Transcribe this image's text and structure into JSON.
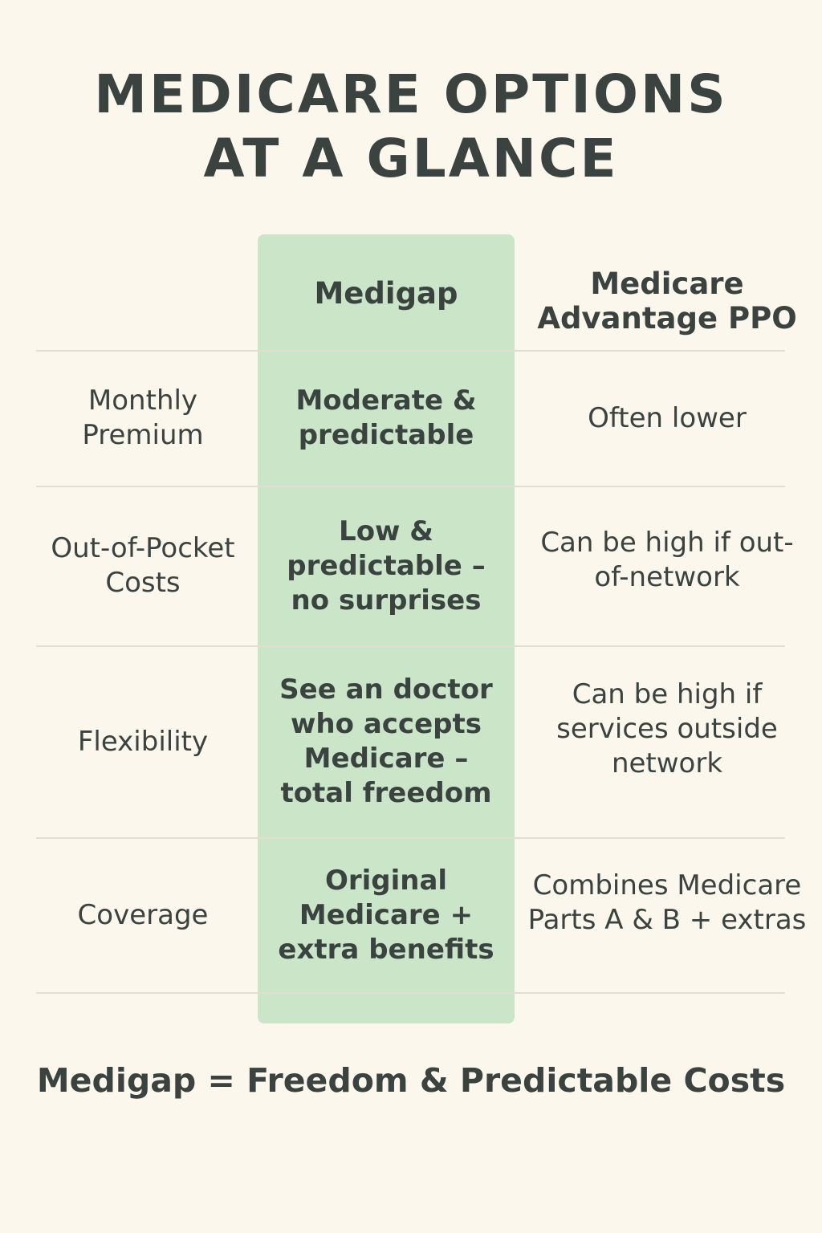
{
  "title": {
    "line1": "MEDICARE OPTIONS",
    "line2": "AT A GLANCE"
  },
  "columns": {
    "medigap": "Medigap",
    "advantage": "Medicare Advantage PPO"
  },
  "rows": [
    {
      "label": "Monthly Premium",
      "medigap": "Moderate & predictable",
      "advantage": "Often lower"
    },
    {
      "label": "Out-of-Pocket Costs",
      "medigap": "Low & predictable – no surprises",
      "advantage": "Can be high if out-of-network"
    },
    {
      "label": "Flexibility",
      "medigap": "See an doctor who accepts Medicare – total freedom",
      "advantage": "Can be high if services outside network"
    },
    {
      "label": "Coverage",
      "medigap": "Original Medicare + extra benefits",
      "advantage": "Combines Medicare Parts A & B + extras"
    }
  ],
  "footer": "Medigap = Freedom & Predictable Costs",
  "colors": {
    "background": "#fcf7ed",
    "highlight": "#cae5c7",
    "text": "#3b4341",
    "rule": "#e2ddd2"
  }
}
